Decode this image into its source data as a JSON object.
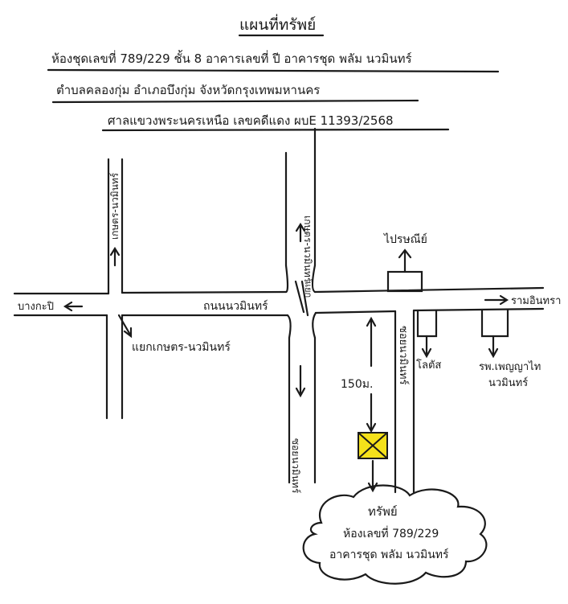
{
  "header": {
    "title": "แผนที่ทรัพย์",
    "line1": "ห้องชุดเลขที่ 789/229 ชั้น 8 อาคารเลขที่ ปี อาคารชุด พลัม นวมินทร์",
    "line2": "ตำบลคลองกุ่ม อำเภอบึงกุ่ม จังหวัดกรุงเทพมหานคร",
    "line3": "ศาลแขวงพระนครเหนือ เลขคดีแดง ผบE 11393/2568"
  },
  "map": {
    "road_kaset_nawamin_left": "เกษตร-นวมินทร์",
    "road_kaset_nawamin_right": "เกษตร-นวมินทร์",
    "road_nawamin": "ถนนนวมินทร์",
    "dir_bangkapi": "บางกะปิ",
    "dir_ramintra": "รามอินทรา",
    "junction_kaset_nawamin": "แยกเกษตร-นวมินทร์",
    "junction_center": "แยก",
    "landmark_thai_post": "ไปรษณีย์",
    "landmark_lotus": "โลตัส",
    "landmark_hospital_line1": "รพ.เพญญาไท",
    "landmark_hospital_line2": "นวมินทร์",
    "soi_nawamin": "ซอยนวมินทร์",
    "soi_lower_left": "ซอย",
    "soi_lower_left_2": "นวมินทร์",
    "distance": "150ม.",
    "property_label": "ทรัพย์",
    "property_unit": "ห้องเลขที่ 789/229",
    "property_building": "อาคารชุด พลัม นวมินทร์"
  },
  "colors": {
    "ink": "#1a1a1a",
    "property_marker": "#f5e11a"
  },
  "icons": {
    "property_marker": "box-with-x",
    "direction": "arrow"
  }
}
